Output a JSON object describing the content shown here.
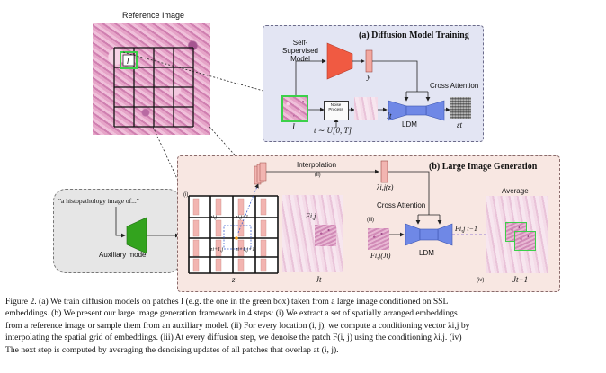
{
  "figure": {
    "reference_label": "Reference Image",
    "panel_a": {
      "title": "(a) Diffusion Model Training",
      "ssl_label": "Self-Supervised Model",
      "y_label": "y",
      "cross_attention": "Cross Attention",
      "noise_process": "Noise Process",
      "I_label": "I",
      "It_label": "It",
      "ldm_label": "LDM",
      "eps_label": "εt",
      "t_sample": "t ∼ U[0, T]"
    },
    "panel_b": {
      "title": "(b) Large Image Generation",
      "interpolation": "Interpolation",
      "step_ii": "(ii)",
      "lambda_z": "λi,j(z)",
      "cross_attention": "Cross Attention",
      "step_iii": "(iii)",
      "step_iv": "(iv)",
      "step_i": "(i)",
      "average": "Average",
      "F_label": "Fi,j",
      "F_Jt": "Fi,j(Jt)",
      "ldm_label": "LDM",
      "F_t1": "Fi,j t−1",
      "z_label": "z",
      "Jt_label": "Jt",
      "Jt1_label": "Jt−1",
      "grid_labels": [
        "zi,j",
        "zi,j+1",
        "zi+1,j",
        "zi+1,j+1"
      ]
    },
    "prompt_box": {
      "quote": "\"a histopathology image of...\"",
      "auxiliary": "Auxiliary model"
    }
  },
  "caption": [
    "Figure 2.  (a) We train diffusion models on patches I (e.g.  the one in the green box) taken from a large image conditioned on SSL",
    "embeddings. (b) We present our large image generation framework in 4 steps: (i) We extract a set of spatially arranged embeddings",
    "from a reference image or sample them from an auxiliary model. (ii) For every location (i, j), we compute a conditioning vector λi,j by",
    "interpolating the spatial grid of embeddings. (iii) At every diffusion step, we denoise the patch F(i, j) using the conditioning λi,j. (iv)",
    "The next step is computed by averaging the denoising updates of all patches that overlap at (i, j)."
  ]
}
